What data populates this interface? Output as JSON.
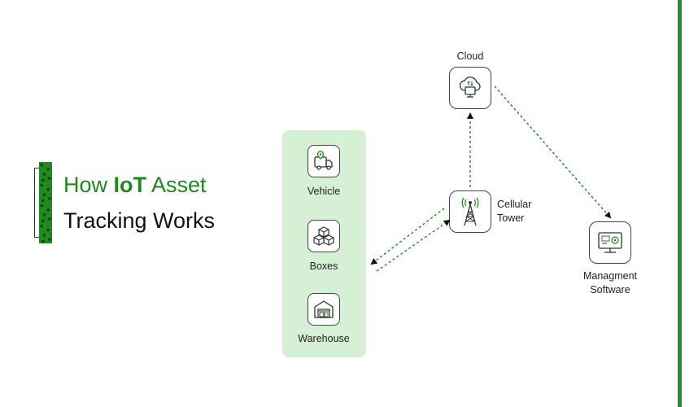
{
  "title": {
    "line1_prefix": "How ",
    "line1_bold": "IoT",
    "line1_suffix": " Asset",
    "line2": "Tracking Works"
  },
  "nodes": {
    "vehicle": "Vehicle",
    "boxes": "Boxes",
    "warehouse": "Warehouse",
    "cloud": "Cloud",
    "cellular_tower_line1": "Cellular",
    "cellular_tower_line2": "Tower",
    "management_software_line1": "Managment",
    "management_software_line2": "Software"
  },
  "icons": {
    "vehicle": "vehicle-location-icon",
    "boxes": "boxes-icon",
    "warehouse": "warehouse-icon",
    "cloud": "cloud-computer-icon",
    "cellular_tower": "cell-tower-icon",
    "management_software": "monitor-software-icon"
  },
  "colors": {
    "accent": "#1e8a1e",
    "panel": "#d6f0d6",
    "connector": "#1e8a1e",
    "arrowhead": "#111111"
  }
}
